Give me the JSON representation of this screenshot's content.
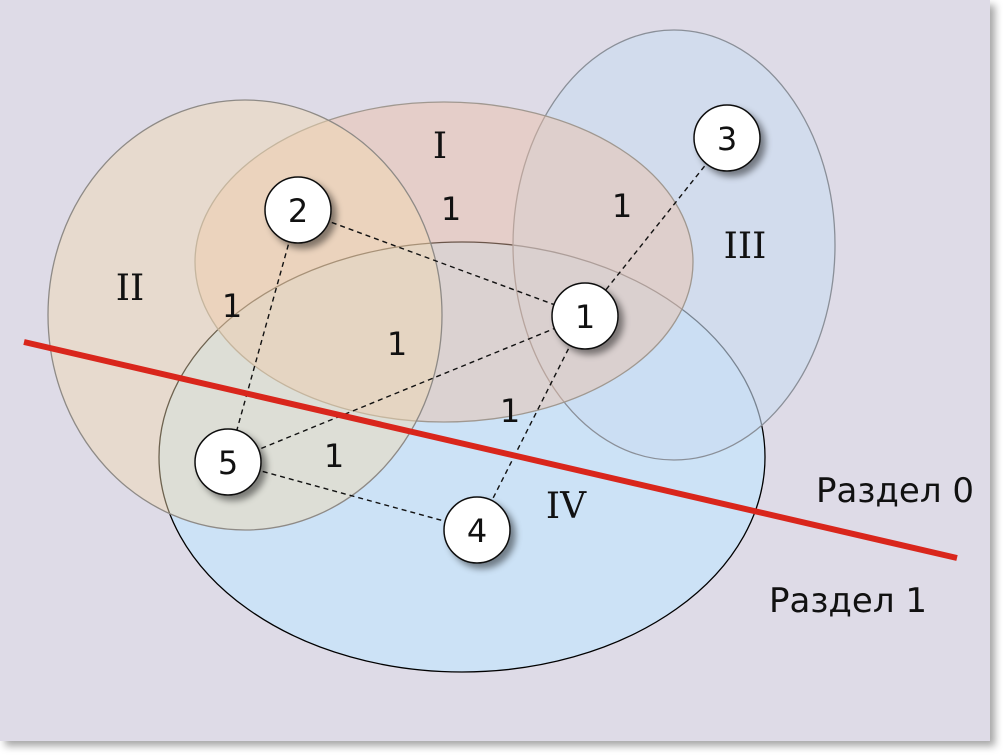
{
  "regions": [
    {
      "id": "II",
      "label": "II",
      "color": "#f2d9b0"
    },
    {
      "id": "I",
      "label": "I",
      "color": "#eebfa4"
    },
    {
      "id": "III",
      "label": "III",
      "color": "#c9dcf2"
    },
    {
      "id": "IV",
      "label": "IV",
      "color": "#cce2f6"
    }
  ],
  "nodes": [
    {
      "id": "1",
      "label": "1"
    },
    {
      "id": "2",
      "label": "2"
    },
    {
      "id": "3",
      "label": "3"
    },
    {
      "id": "4",
      "label": "4"
    },
    {
      "id": "5",
      "label": "5"
    }
  ],
  "edges": [
    {
      "from": "2",
      "to": "1",
      "weight": "1"
    },
    {
      "from": "3",
      "to": "1",
      "weight": "1"
    },
    {
      "from": "2",
      "to": "5",
      "weight": "1"
    },
    {
      "from": "5",
      "to": "1",
      "weight": "1"
    },
    {
      "from": "4",
      "to": "1",
      "weight": "1"
    },
    {
      "from": "5",
      "to": "4",
      "weight": "1"
    }
  ],
  "partition": {
    "color": "#d9261c",
    "label_0": "Раздел 0",
    "label_1": "Раздел 1"
  }
}
